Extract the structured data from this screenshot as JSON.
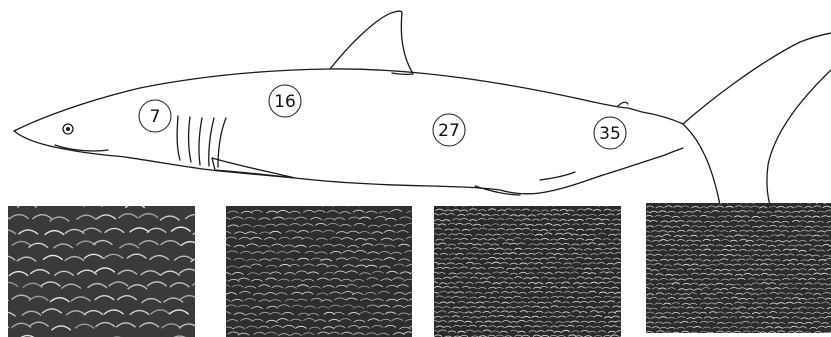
{
  "diagram": {
    "subject": "shark-outline",
    "sample_markers": [
      {
        "id": "m7",
        "label": "7"
      },
      {
        "id": "m16",
        "label": "16"
      },
      {
        "id": "m27",
        "label": "27"
      },
      {
        "id": "m35",
        "label": "35"
      }
    ],
    "sem_panels": [
      {
        "id": "p7",
        "tone": "#3a3a3a",
        "scale_density": "coarse"
      },
      {
        "id": "p16",
        "tone": "#2e2e2e",
        "scale_density": "medium"
      },
      {
        "id": "p27",
        "tone": "#2a2a2a",
        "scale_density": "fine"
      },
      {
        "id": "p35",
        "tone": "#2c2c2c",
        "scale_density": "fine"
      }
    ]
  }
}
